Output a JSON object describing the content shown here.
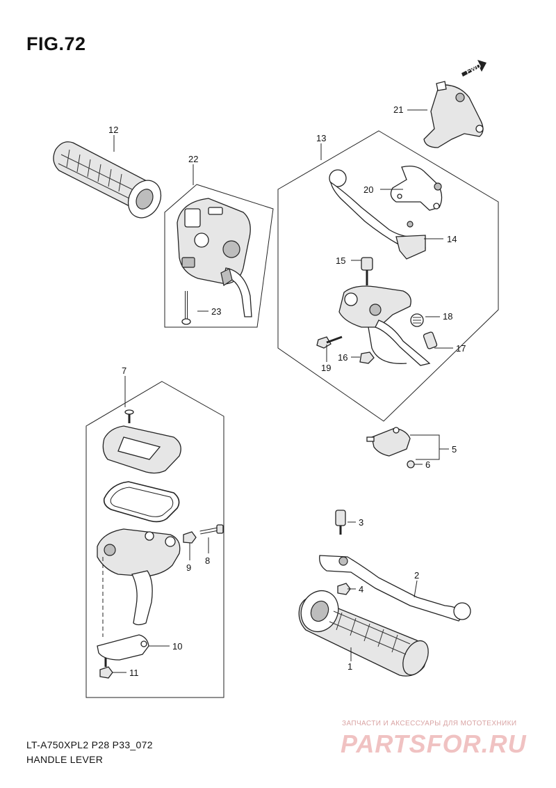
{
  "figure": {
    "title": "FIG.72",
    "model_code": "LT-A750XPL2 P28 P33_072",
    "name": "HANDLE LEVER"
  },
  "direction_label": "FWD",
  "callouts": {
    "c1": "1",
    "c2": "2",
    "c3": "3",
    "c4": "4",
    "c5": "5",
    "c6": "6",
    "c7": "7",
    "c8": "8",
    "c9": "9",
    "c10": "10",
    "c11": "11",
    "c12": "12",
    "c13": "13",
    "c14": "14",
    "c15": "15",
    "c16": "16",
    "c17": "17",
    "c18": "18",
    "c19": "19",
    "c20": "20",
    "c21": "21",
    "c22": "22",
    "c23": "23"
  },
  "watermark": {
    "caption": "ЗАПЧАСТИ И АКСЕССУАРЫ ДЛЯ МОТОТЕХНИКИ",
    "logo": "PARTSFOR.RU"
  },
  "colors": {
    "ink": "#111111",
    "watermark": "#f0c2c2"
  }
}
